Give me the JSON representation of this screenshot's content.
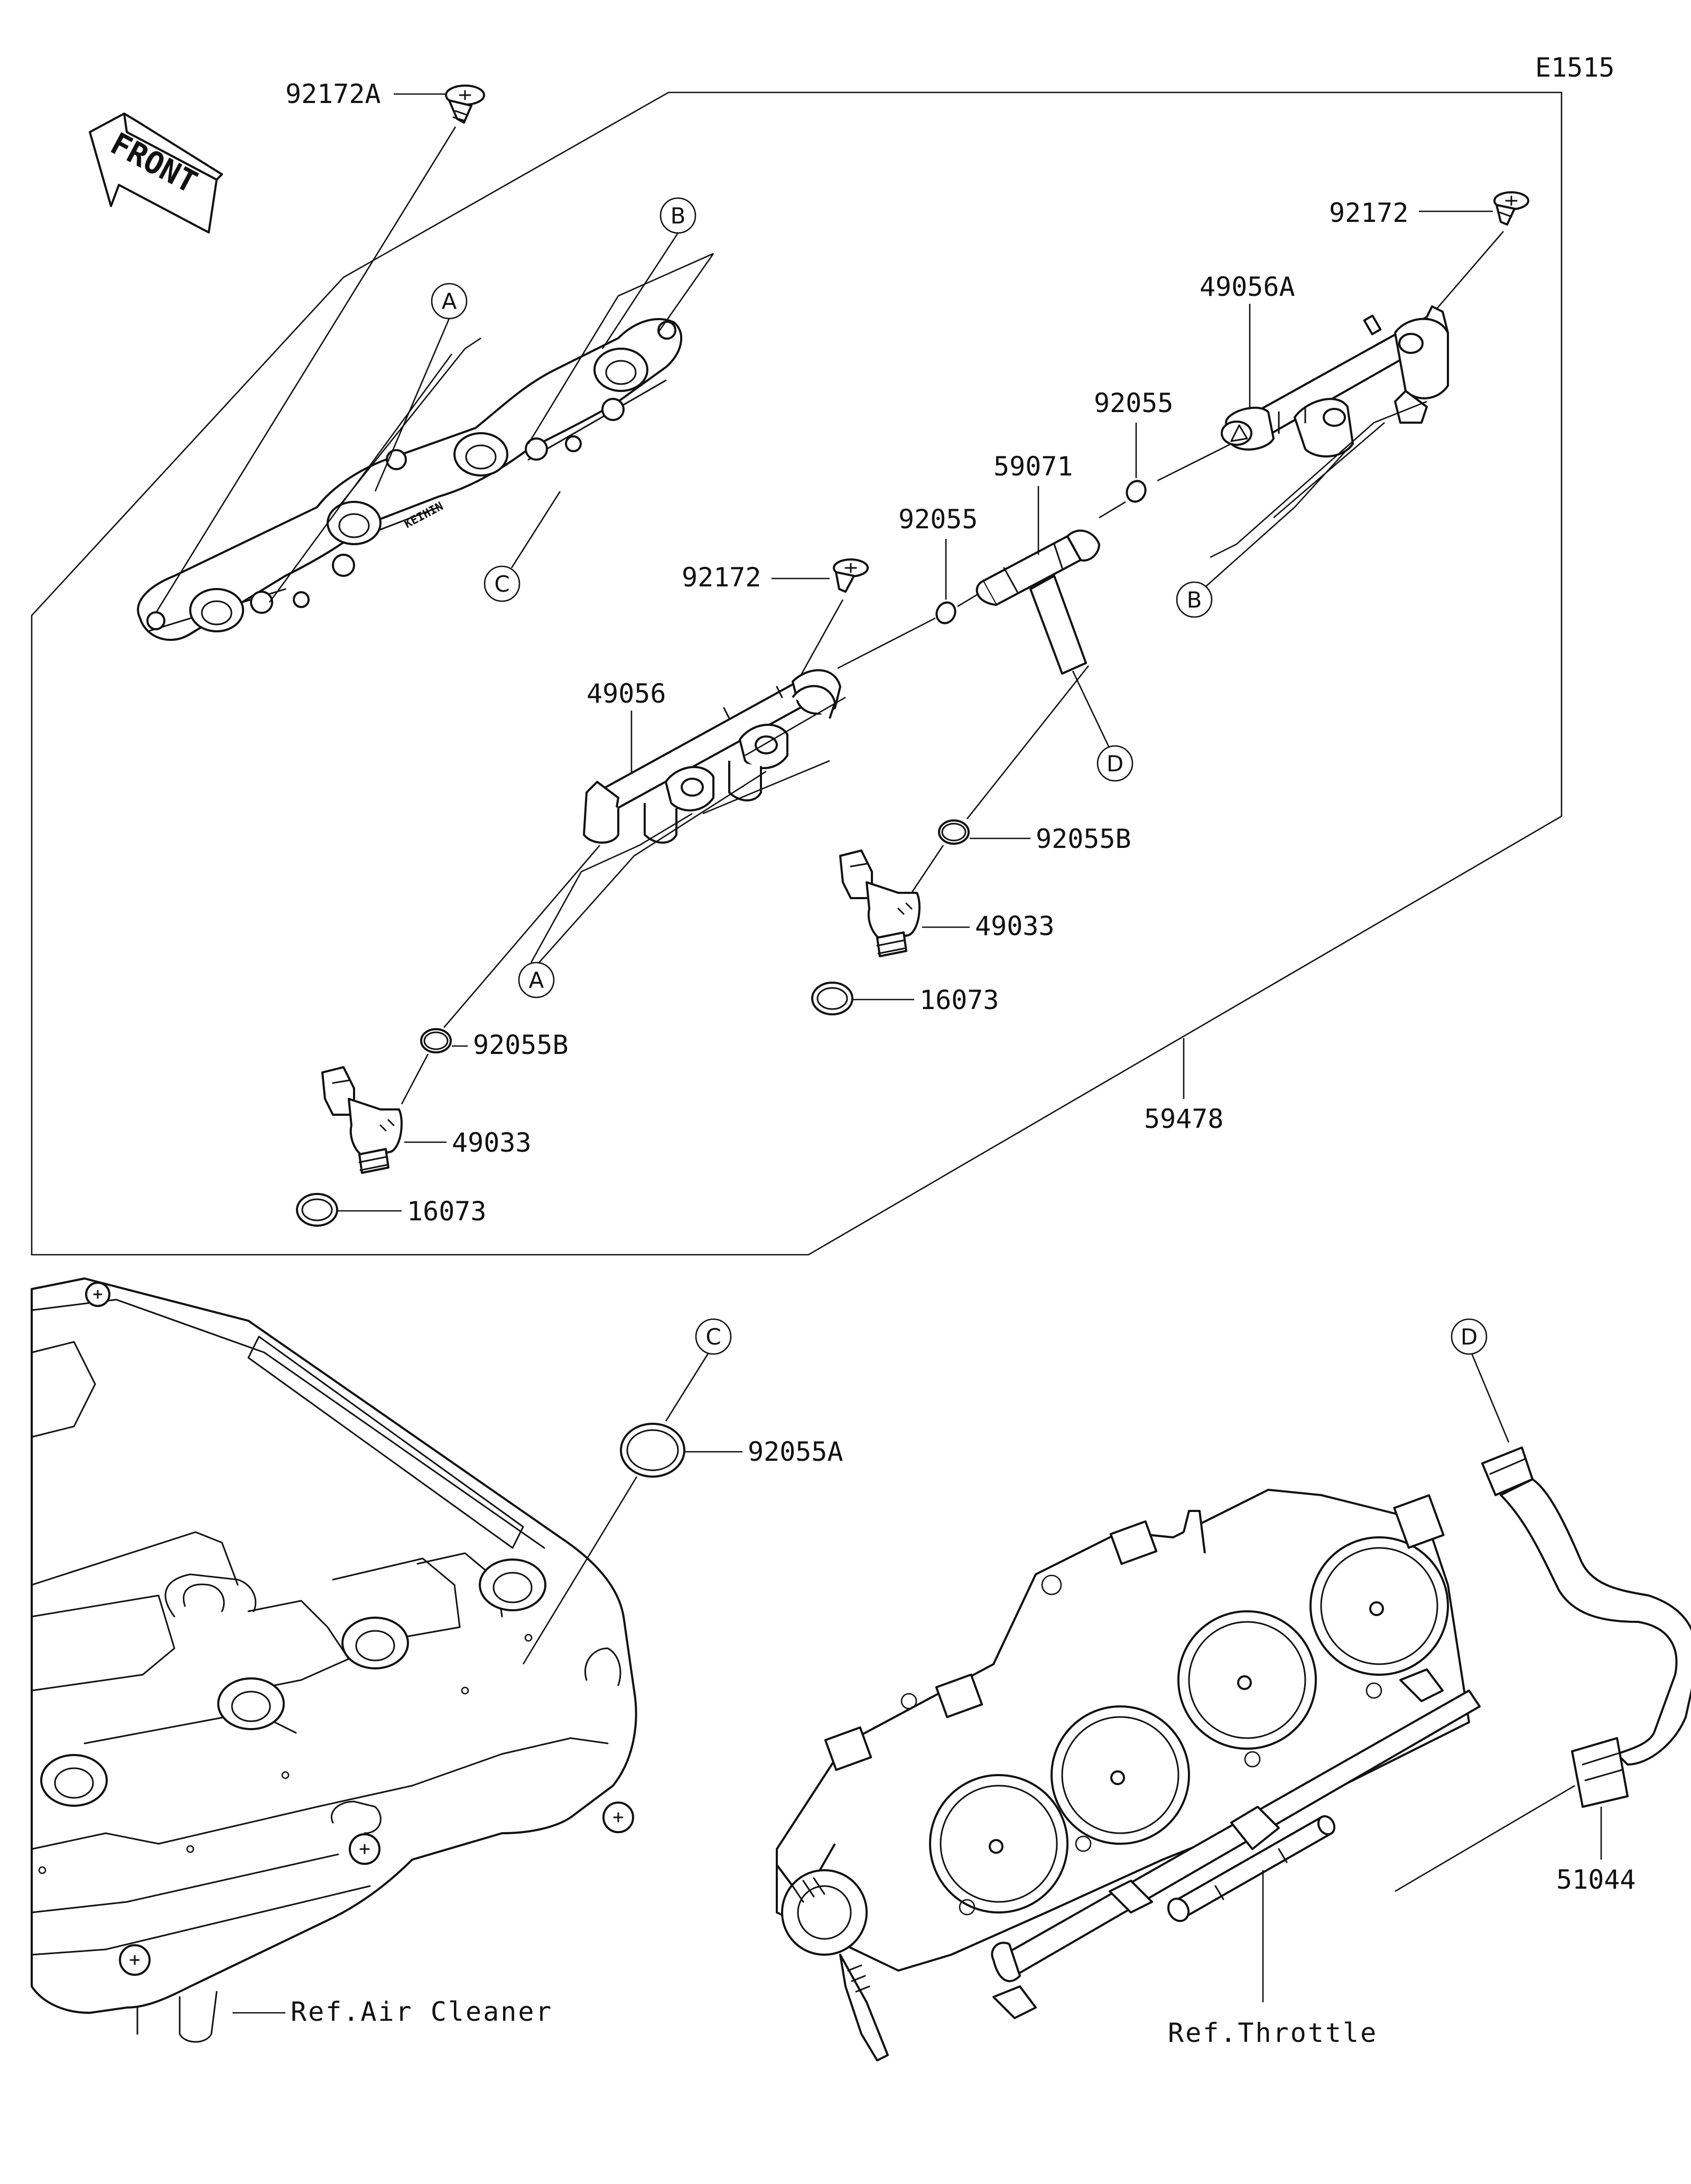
{
  "diagram_code": "E1515",
  "front_label": "FRONT",
  "labels": {
    "p92172A": "92172A",
    "p92172_top": "92172",
    "p92172_mid": "92172",
    "p49056A": "49056A",
    "p92055_right": "92055",
    "p92055_mid": "92055",
    "p59071": "59071",
    "p49056": "49056",
    "p92055B_right": "92055B",
    "p49033_right": "49033",
    "p16073_right": "16073",
    "p92055B_left": "92055B",
    "p49033_left": "49033",
    "p16073_left": "16073",
    "p59478": "59478",
    "p92055A": "92055A",
    "p51044": "51044",
    "ref_air_cleaner": "Ref.Air Cleaner",
    "ref_throttle": "Ref.Throttle"
  },
  "callouts": {
    "A": "A",
    "B": "B",
    "C": "C",
    "D": "D"
  },
  "brand_mark": "KEIHIN"
}
